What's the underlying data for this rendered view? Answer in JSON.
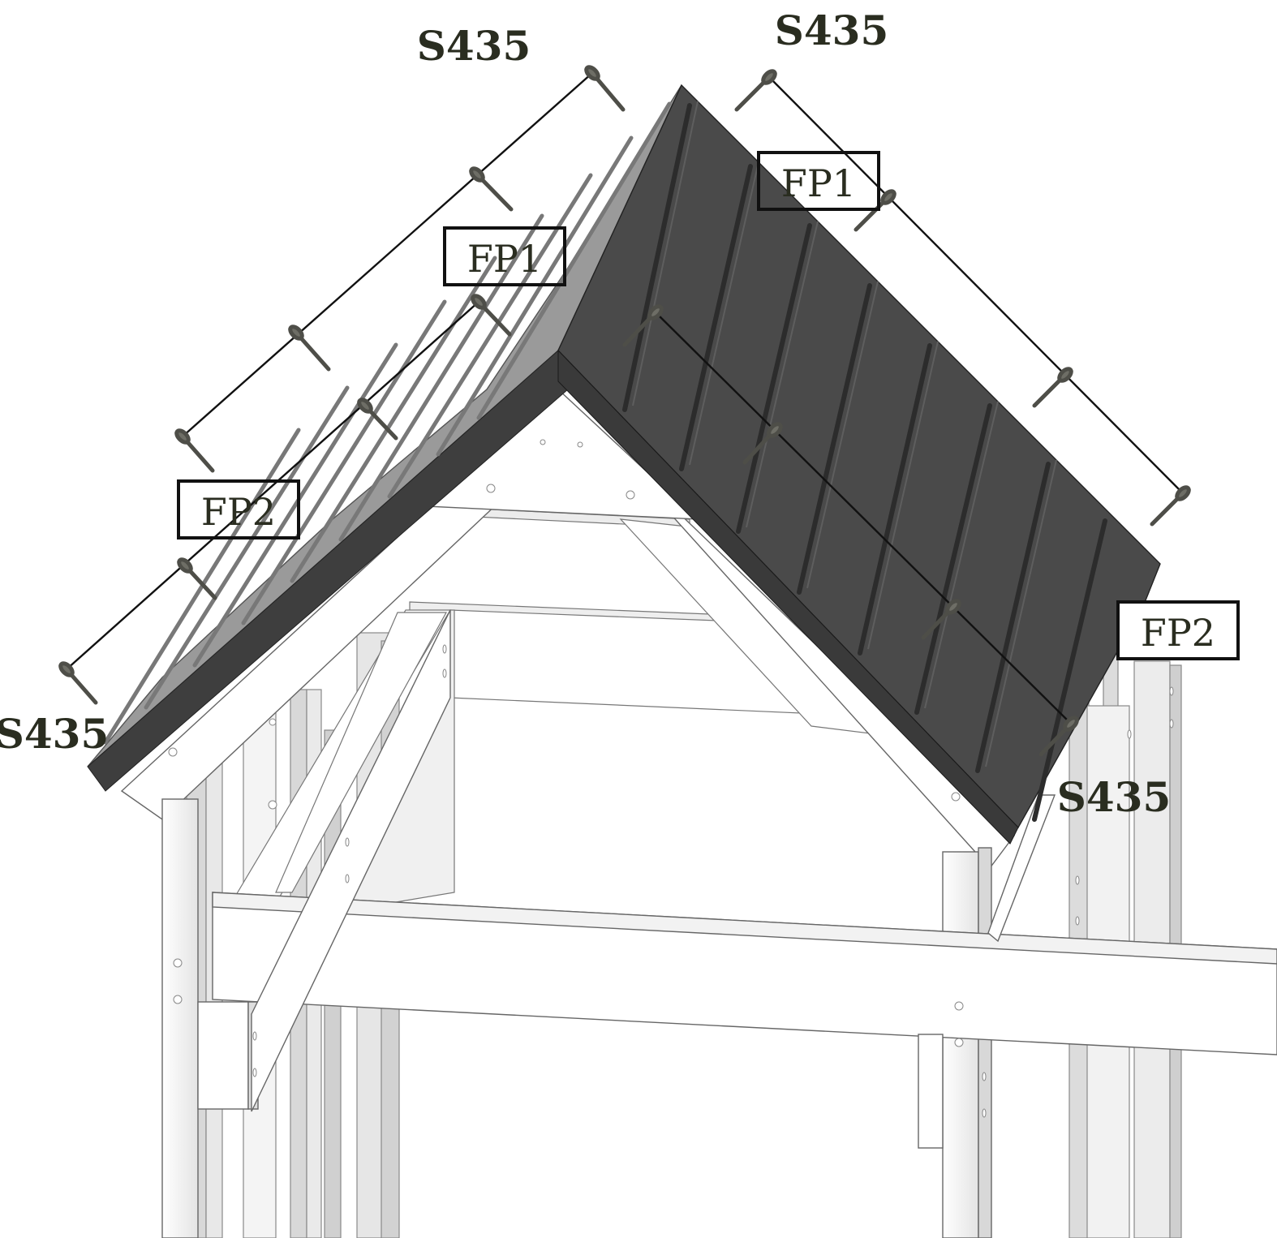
{
  "labels": {
    "screw_top_left": "S435",
    "screw_top_right": "S435",
    "screw_left": "S435",
    "screw_right": "S435",
    "panel_fp1_left": "FP1",
    "panel_fp1_right": "FP1",
    "panel_fp2_left": "FP2",
    "panel_fp2_right": "FP2"
  },
  "colors": {
    "roof_left": "#9c9c9c",
    "roof_left_groove": "#7a7a7a",
    "roof_right": "#4a4a4a",
    "roof_right_groove": "#2e2e2e",
    "fascia": "#3c3c3c",
    "frame": "#ffffff",
    "frame_shade": "#d6d6d6",
    "outline": "#666666",
    "screw": "#6e6e66",
    "leader": "#111111",
    "text": "#2a2d20"
  }
}
